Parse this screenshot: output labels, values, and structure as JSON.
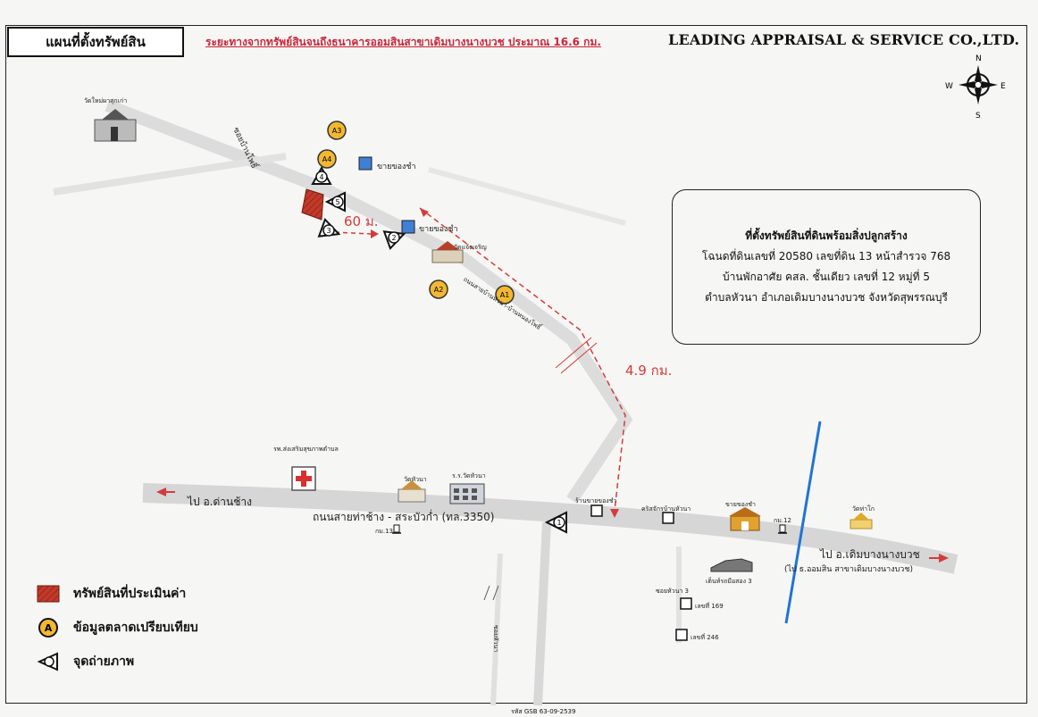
{
  "header": {
    "map_title": "แผนที่ตั้งทรัพย์สิน",
    "distance_note": "ระยะทางจากทรัพย์สินจนถึงธนาคารออมสินสาขาเดิมบางนางบวช ประมาณ 16.6 กม.",
    "company": "LEADING APPRAISAL & SERVICE CO.,LTD."
  },
  "compass": {
    "n": "N",
    "s": "S",
    "e": "E",
    "w": "W"
  },
  "info_box": {
    "line1": "ที่ตั้งทรัพย์สินที่ดินพร้อมสิ่งปลูกสร้าง",
    "line2": "โฉนดที่ดินเลขที่ 20580 เลขที่ดิน 13 หน้าสำรวจ 768",
    "line3": "บ้านพักอาศัย คสล. ชั้นเดียว เลขที่  12 หมู่ที่ 5",
    "line4": "ตำบลหัวนา อำเภอเดิมบางนางบวช จังหวัดสุพรรณบุรี"
  },
  "map": {
    "distance_60": "60 ม.",
    "distance_49": "4.9 กม.",
    "road_main": "ถนนสายท่าช้าง - สระบัวก่ำ (ทล.3350)",
    "to_danchang": "ไป อ.ด่านช้าง",
    "to_doembang": "ไป อ.เดิมบางนางบวช",
    "to_gsb": "(ไป ธ.ออมสิน สาขาเดิมบางนางบวช)",
    "road_side": "ถนนสายบ้านหัวนา-บ้านหนองโพธิ์",
    "soi_upper": "ซอยบ้านโพธิ์",
    "landmarks": {
      "temple_top": "วัดใหม่ผาสุกเก่า",
      "shop_1": "ขายของชำ",
      "shop_2": "ขายของชำ",
      "temple_mid": "วัดแจ้งเจริญ",
      "hospital": "รพ.ส่งเสริมสุขภาพตำบล",
      "temple_huana": "วัดหัวนา",
      "school": "ร.ร.วัดหัวนา",
      "shop_road": "ร้านขายของชำ",
      "church": "คริสจักรบ้านหัวนา",
      "shop_3": "ขายของชำ",
      "temple_right": "วัดท่าโก",
      "km13": "กม.13",
      "km12": "กม.12",
      "factory": "เต็นท์รถมือสอง 3",
      "soi_huana3": "ซอยหัวนา 3",
      "no_169": "เลขที่ 169",
      "no_246": "เลขที่ 246",
      "road_label_vert": "ซอยหัวนา"
    },
    "markers": {
      "a1": "A1",
      "a2": "A2",
      "a3": "A3",
      "a4": "A4",
      "p1": "1",
      "p2": "2",
      "p3": "3",
      "p4": "4",
      "p5": "5"
    }
  },
  "legend": {
    "property": "ทรัพย์สินที่ประเมินค่า",
    "market": "ข้อมูลตลาดเปรียบเทียบ",
    "market_symbol": "A",
    "photo": "จุดถ่ายภาพ"
  },
  "footer": "รหัส GSB 63-09-2539",
  "colors": {
    "red_line": "#d43b3b",
    "marker_yellow": "#f2b830",
    "property_red": "#c33a2a",
    "shop_blue": "#3f7fd6",
    "river_blue": "#2174d4"
  }
}
